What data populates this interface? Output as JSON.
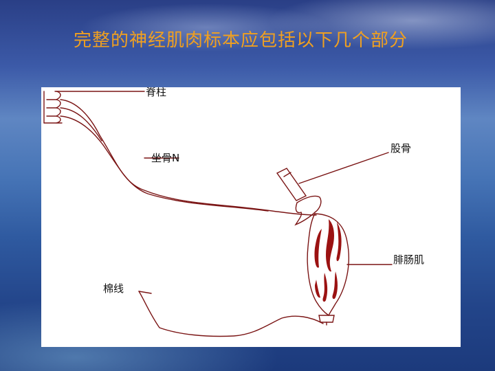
{
  "slide": {
    "title": "完整的神经肌肉标本应包括以下几个部分"
  },
  "diagram": {
    "labels": {
      "spine": "脊柱",
      "sciatic_nerve": "坐骨N",
      "femur": "股骨",
      "gastrocnemius": "腓肠肌",
      "thread": "棉线"
    },
    "colors": {
      "line": "#7a1414",
      "muscle_fibers": "#9b1212",
      "text": "#111111",
      "title": "#f0a020"
    }
  }
}
